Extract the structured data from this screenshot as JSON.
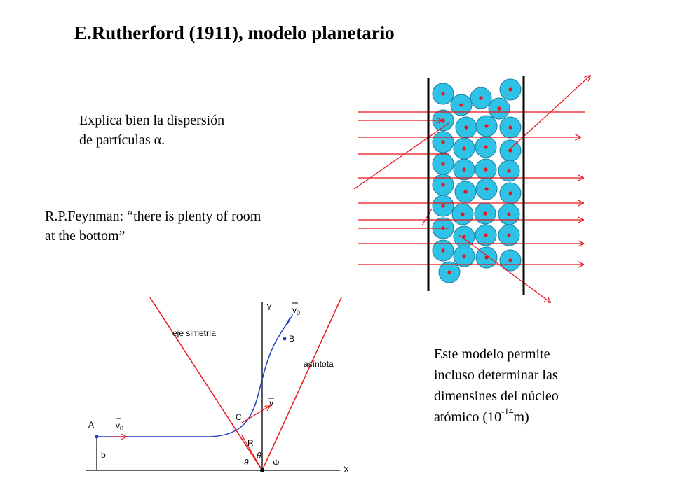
{
  "title": "E.Rutherford (1911), modelo planetario",
  "text1": {
    "line1": "Explica bien la dispersión",
    "line2_prefix": "de partículas ",
    "alpha": "α",
    "line2_suffix": "."
  },
  "text2": {
    "line1": "R.P.Feynman: “there is plenty of room",
    "line2": "at the bottom”"
  },
  "text3": {
    "line1": "Este modelo permite",
    "line2": "incluso determinar las",
    "line3": "dimensines del núcleo",
    "line4_prefix": "atómico (10",
    "line4_exp": "-14",
    "line4_suffix": "m)"
  },
  "diagram": {
    "label_Y": "Y",
    "label_X": "X",
    "label_v0_top": "v",
    "label_v0_top_sub": "0",
    "label_B": "B",
    "label_eje": "eje simetría",
    "label_asintota": "asíntota",
    "label_v": "v",
    "label_C": "C",
    "label_A": "A",
    "label_v0_left": "v",
    "label_v0_left_sub": "0",
    "label_R": "R",
    "label_b": "b",
    "label_theta1": "θ",
    "label_theta2": "θ",
    "label_Phi": "Φ"
  },
  "colors": {
    "beam": "#e8131b",
    "atom_fill": "#2ec2e6",
    "nucleus": "#e8131b",
    "trajectory": "#1f3fbf",
    "foil_edge": "#000000"
  }
}
